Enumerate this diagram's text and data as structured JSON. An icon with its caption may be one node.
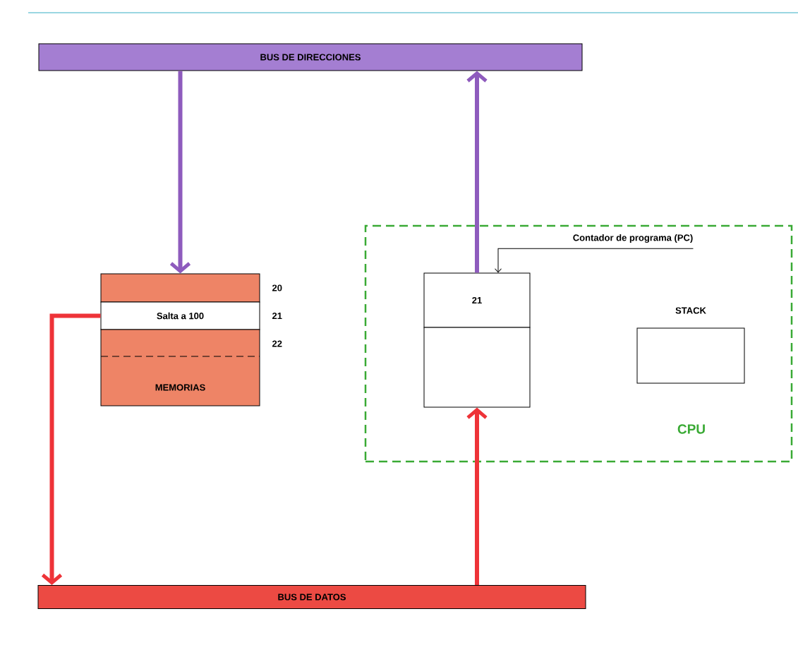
{
  "diagram": {
    "nodes": [
      {
        "text": [
          "BUS DE DIRECCIONES"
        ]
      },
      {
        "text": [
          "BUS DE DATOS"
        ]
      },
      {
        "text": [],
        "shape": "box",
        "beside": [
          "20"
        ]
      },
      {
        "text": [
          "Salta a 100"
        ],
        "beside": [
          "21"
        ]
      },
      {
        "text": [
          "MEMORIAS"
        ],
        "beside": [
          "22"
        ]
      },
      {
        "text": [
          "CPU"
        ]
      },
      {
        "text": [
          "Contador de programa (PC)"
        ],
        "in": 5
      },
      {
        "text": [
          "21"
        ],
        "in": 5
      },
      {
        "text": [],
        "shape": "box",
        "in": 5
      },
      {
        "text": [
          "STACK"
        ],
        "in": 5
      }
    ],
    "edges": [
      {
        "from": 0,
        "to": 2,
        "arrow": "to",
        "color": "#8e5bbd"
      },
      {
        "from": 7,
        "to": 0,
        "arrow": "to",
        "color": "#8e5bbd"
      },
      {
        "from": 3,
        "to": 1,
        "arrow": "to",
        "color": "#ee3338"
      },
      {
        "from": 1,
        "to": 8,
        "arrow": "to",
        "color": "#ee3338"
      },
      {
        "from": 6,
        "to": 7,
        "arrow": "to",
        "color": "#000000"
      }
    ]
  }
}
